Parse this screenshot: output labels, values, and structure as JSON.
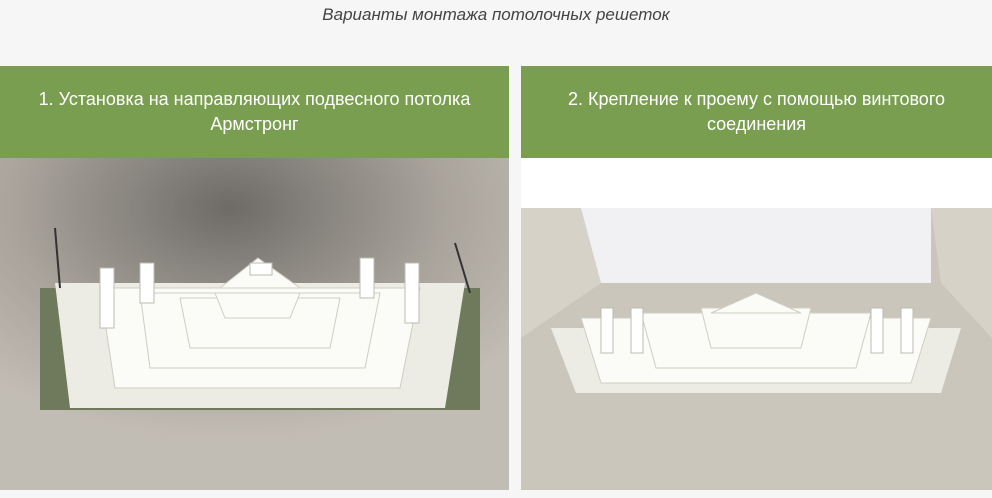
{
  "page_title": "Варианты монтажа потолочных решеток",
  "options": [
    {
      "label": "1. Установка на направляющих подвесного потолка Армстронг"
    },
    {
      "label": "2. Крепление к проему с помощью винтового соединения"
    }
  ],
  "colors": {
    "header_green": "#7a9e50",
    "background": "#f6f6f6"
  }
}
